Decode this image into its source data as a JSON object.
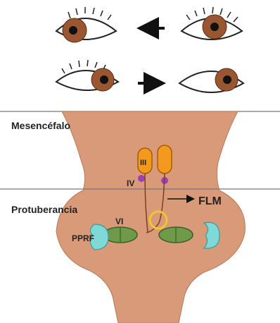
{
  "labels": {
    "mesencefalo": "Mesencéfalo",
    "protuberancia": "Protuberancia",
    "nucleus_iii": "III",
    "nucleus_iv": "IV",
    "nucleus_vi": "VI",
    "flm": "FLM",
    "pprf": "PPRF"
  },
  "colors": {
    "brainstem": "#d99a7a",
    "iris": "#9a5630",
    "pupil": "#111111",
    "nucleus_iii": "#f39a1e",
    "nucleus_iv": "#a23fb0",
    "nucleus_vi": "#6f9a4a",
    "pprf": "#7fd9d6",
    "flm_ring": "#f4c430",
    "divider": "#777777"
  },
  "eye_rows": [
    {
      "arrow_direction": "left"
    },
    {
      "arrow_direction": "right"
    }
  ]
}
